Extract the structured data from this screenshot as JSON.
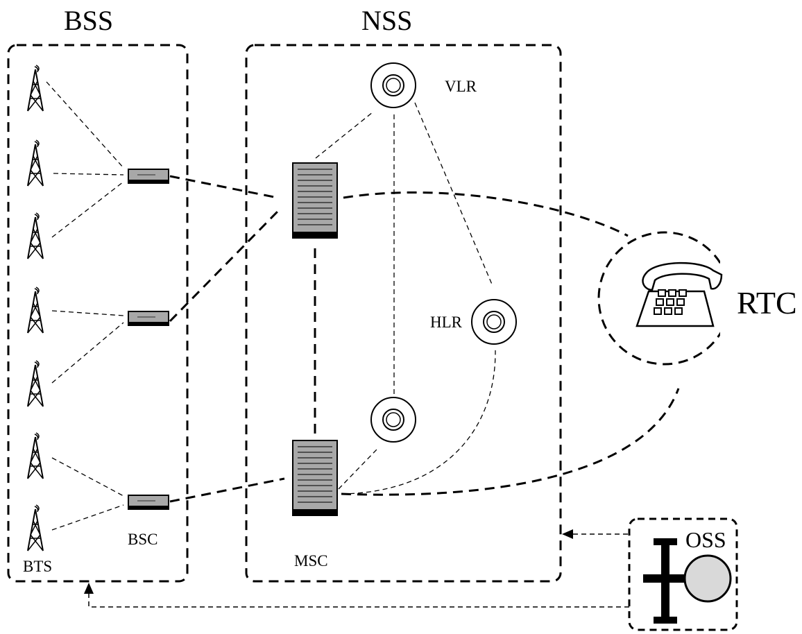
{
  "labels": {
    "bss": "BSS",
    "nss": "NSS",
    "rtc": "RTC",
    "oss": "OSS",
    "vlr": "VLR",
    "hlr": "HLR",
    "bsc": "BSC",
    "bts": "BTS",
    "msc": "MSC"
  },
  "colors": {
    "ink": "#000000",
    "equipment_fill": "#a8a8a8",
    "oss_disc_fill": "#d9d9d9"
  },
  "icons": [
    "antenna-tower-icon",
    "bsc-unit-icon",
    "msc-server-icon",
    "database-ring-icon",
    "telephone-icon",
    "wrench-icon"
  ]
}
